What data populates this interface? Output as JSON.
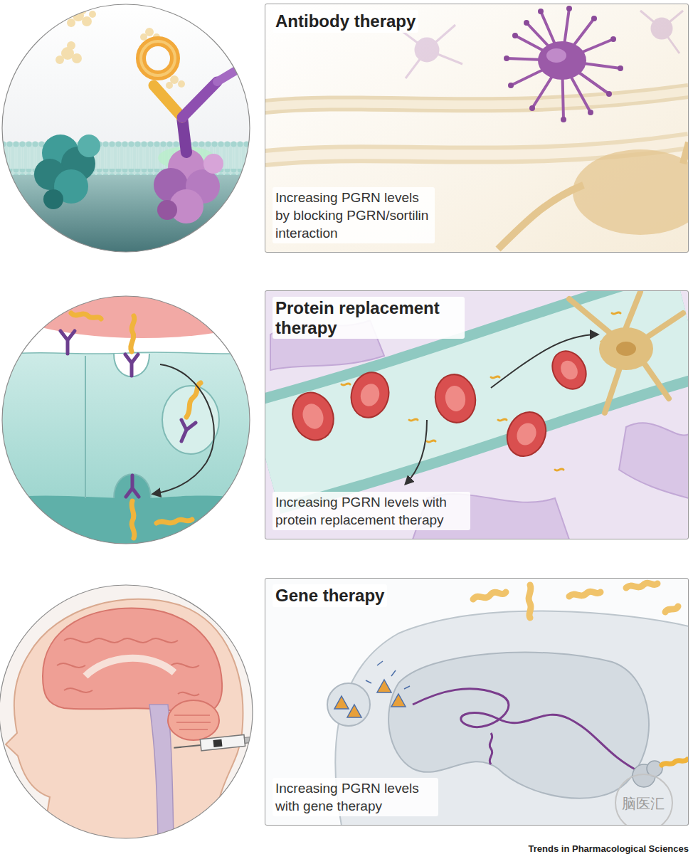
{
  "diagram": {
    "nodes": [
      {
        "text": [
          "Antibody therapy",
          "Increasing PGRN levels by blocking PGRN/sortilin interaction"
        ]
      },
      {
        "text": [
          "Protein replacement therapy",
          "Increasing PGRN levels with protein replacement therapy"
        ]
      },
      {
        "text": [
          "Gene therapy",
          "Increasing PGRN levels with gene therapy"
        ]
      }
    ],
    "labels": [
      "脑医汇",
      "Trends in Pharmacological Sciences"
    ]
  }
}
